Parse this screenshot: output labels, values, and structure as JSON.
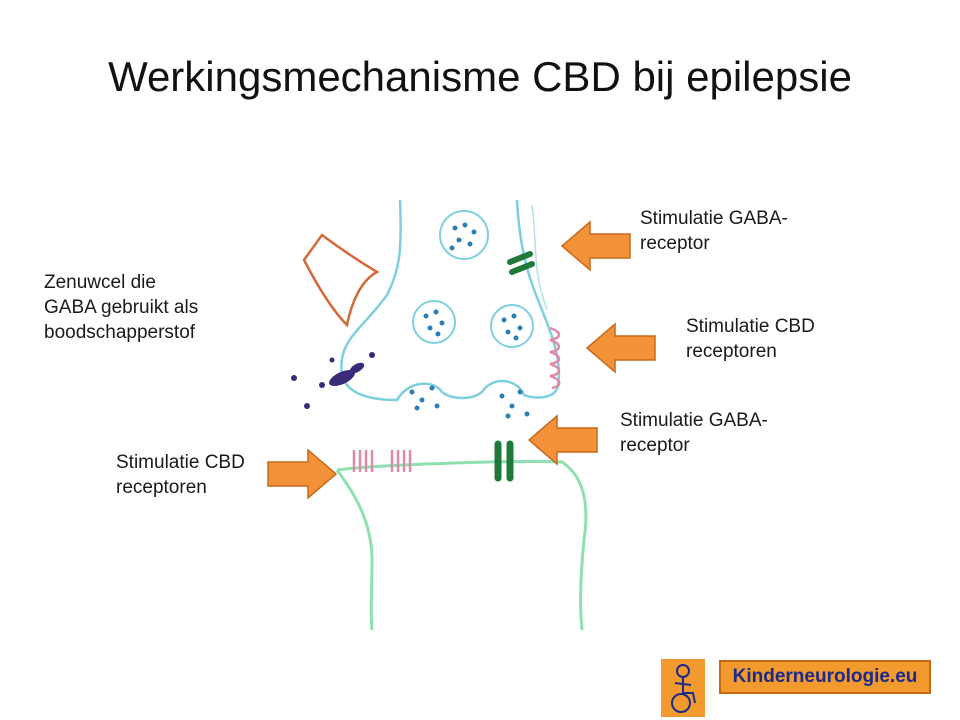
{
  "title": "Werkingsmechanisme CBD bij epilepsie",
  "labels": {
    "nerve_cell": [
      "Zenuwcel die",
      "GABA gebruikt als",
      "boodschapperstof"
    ],
    "gaba_receptor_top": [
      "Stimulatie GABA-",
      "receptor"
    ],
    "cbd_receptors_right": [
      "Stimulatie CBD",
      "receptoren"
    ],
    "gaba_receptor_bottom": [
      "Stimulatie GABA-",
      "receptor"
    ],
    "cbd_receptors_left": [
      "Stimulatie CBD",
      "receptoren"
    ]
  },
  "logo": {
    "text": "Kinderneurologie.eu"
  },
  "colors": {
    "arrow_fill": "#f4923a",
    "arrow_stroke": "#c86a1a",
    "presynaptic": "#7ecfe0",
    "postsynaptic": "#8fe0b0",
    "gaba_receptor": "#1f7a3a",
    "cbd_receptor": "#e08aa8",
    "nerve_cell": "#d46a3a",
    "vesicle_dots": "#2a7fb8",
    "purple_cluster": "#3a2a7a"
  },
  "icons": {
    "arrow": "arrow-right-icon",
    "logo": "wheelchair-figure-icon"
  }
}
